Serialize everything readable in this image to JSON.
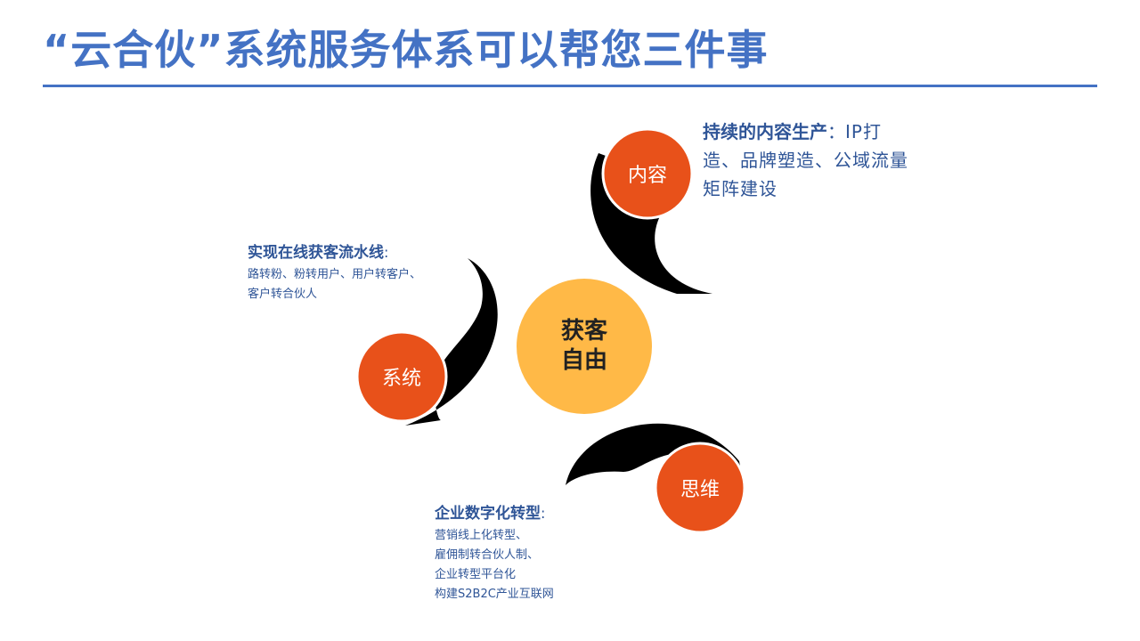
{
  "title": "“云合伙”系统服务体系可以帮您三件事",
  "diagram": {
    "center": {
      "line1": "获客",
      "line2": "自由",
      "color": "#FFB947"
    },
    "petals": [
      {
        "label": "内容",
        "heading": "持续的内容生产",
        "colon": "：",
        "text": "IP打造、品牌塑造、公域流量矩阵建设",
        "color": "#E8511A"
      },
      {
        "label": "系统",
        "heading": "实现在线获客流水线",
        "colon": ":",
        "lines": [
          "路转粉、粉转用户、用户转客户、",
          "客户转合伙人"
        ],
        "color": "#E8511A"
      },
      {
        "label": "思维",
        "heading": "企业数字化转型",
        "colon": ":",
        "lines": [
          "营销线上化转型、",
          "雇佣制转合伙人制、",
          "企业转型平台化",
          "构建S2B2C产业互联网"
        ],
        "color": "#E8511A"
      }
    ],
    "crescent_color": "#000000"
  },
  "colors": {
    "title": "#4472C4",
    "rule": "#4472C4",
    "text": "#2F5597"
  }
}
